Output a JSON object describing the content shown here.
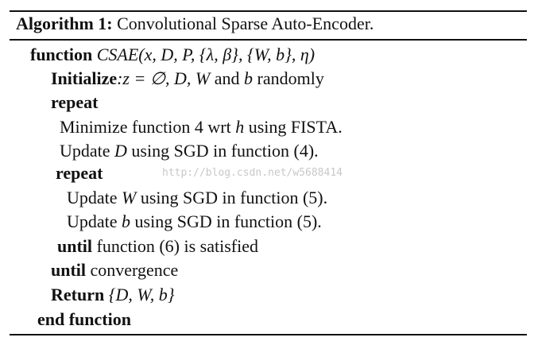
{
  "caption": {
    "label": "Algorithm 1:",
    "title": "Convolutional Sparse Auto-Encoder."
  },
  "lines": {
    "function_kw": "function",
    "function_sig": "CSAE(x, D, P, {λ, β}, {W, b}, η)",
    "init_kw": "Initialize",
    "init_text_1": ":z = ∅, D, W",
    "init_text_2": " and ",
    "init_text_3": "b",
    "init_text_4": " randomly",
    "repeat_outer": "repeat",
    "minimize_1": "Minimize function 4 wrt ",
    "minimize_var": "h",
    "minimize_2": " using FISTA.",
    "updD_1": "Update ",
    "updD_var": "D",
    "updD_2": " using SGD in function (4).",
    "repeat_inner": "repeat",
    "updW_1": "Update ",
    "updW_var": "W",
    "updW_2": " using SGD in function (5).",
    "updb_1": "Update ",
    "updb_var": "b",
    "updb_2": " using SGD in function (5).",
    "until_inner_kw": "until",
    "until_inner_text": " function (6) is satisfied",
    "until_outer_kw": "until",
    "until_outer_text": " convergence",
    "return_kw": "Return",
    "return_text": " {D, W, b}",
    "end_function": "end function"
  },
  "watermark": "http://blog.csdn.net/w5688414"
}
